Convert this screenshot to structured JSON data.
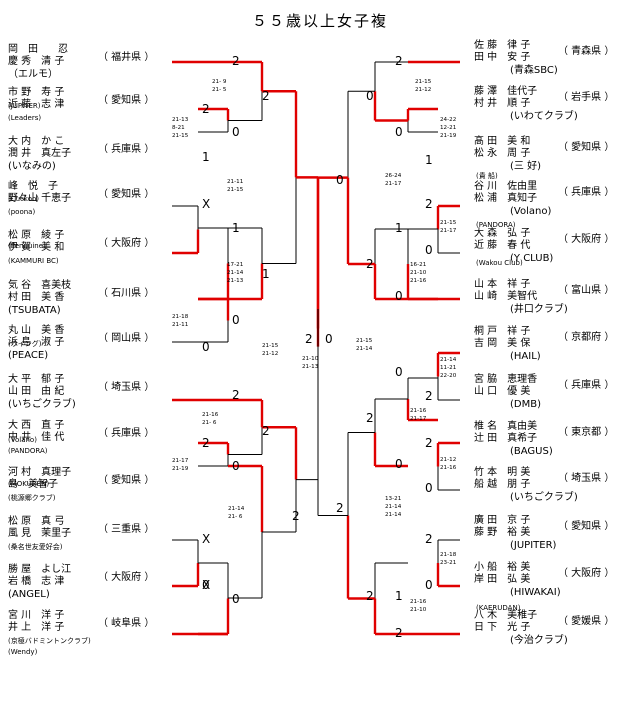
{
  "title": "５５歳以上女子複",
  "left_pairs": [
    {
      "p1": "岡　田　　忍",
      "p2": "慶 秀　清 子",
      "team": "（エルモ）",
      "team_small": false,
      "pref": "（ 福井県 ）"
    },
    {
      "p1": "市 野　寿 子",
      "p2": "近 藤　志 津",
      "team": "(Leaders)",
      "team_small": true,
      "pref": "（ 愛知県 ）"
    },
    {
      "p1": "大 内　か こ",
      "p2": "潤 井　真左子",
      "team": "(いなみの)",
      "team_small": false,
      "pref": "（ 兵庫県 ）"
    },
    {
      "p1": "峰　悦　子",
      "p2": "野々山 千恵子",
      "team": "(poona)",
      "team_small": true,
      "pref": "（ 愛知県 ）"
    },
    {
      "p1": "松 原　綾 子",
      "p2": "伊 賀　美 和",
      "team": "(KAMMURI BC)",
      "team_small": true,
      "pref": "（ 大阪府 ）"
    },
    {
      "p1": "気 谷　喜美枝",
      "p2": "村 田　美 香",
      "team": "(TSUBATA)",
      "team_small": false,
      "pref": "（ 石川県 ）"
    },
    {
      "p1": "丸 山　美 香",
      "p2": "浜 島　淑 子",
      "team": "(PEACE)",
      "team_small": false,
      "pref": "（ 岡山県 ）"
    },
    {
      "p1": "大 平　郁 子",
      "p2": "山 田　由 紀",
      "team": "(いちごクラブ)",
      "team_small": false,
      "pref": "（ 埼玉県 ）"
    },
    {
      "p1": "大 西　直 子",
      "p2": "中 井　佳 代",
      "team": "(PANDORA)",
      "team_small": true,
      "pref": "（ 兵庫県 ）"
    },
    {
      "p1": "河 村　真理子",
      "p2": "島　美智子",
      "team": "(桃源郷クラブ)",
      "team_small": true,
      "pref": "（ 愛知県 ）"
    },
    {
      "p1": "松 原　真 弓",
      "p2": "風 見　茉里子",
      "team": "(桑名世友愛好会)",
      "team_small": true,
      "pref": "（ 三重県 ）"
    },
    {
      "p1": "勝 屋　よし江",
      "p2": "岩 橋　志 津",
      "team": "(ANGEL)",
      "team_small": false,
      "pref": "（ 大阪府 ）"
    },
    {
      "p1": "宮 川　洋 子",
      "p2": "井 上　洋 子",
      "team": "(京極バドミントンクラブ)",
      "team_small": true,
      "pref": "（ 岐阜県 ）"
    }
  ],
  "left_extra_team_lines": [
    "(JUPITER)",
    "(Cuckoo)",
    "(Penguine)",
    "(ウイング)",
    "(Volano)",
    "(MOKUREN)",
    "(Wendy)"
  ],
  "right_pairs": [
    {
      "p1": "佐 藤　律 子",
      "p2": "田 中　安 子",
      "team": "(青森SBC)",
      "pref": "（ 青森県 ）"
    },
    {
      "p1": "藤 澤　佳代子",
      "p2": "村 井　順 子",
      "team": "(いわてクラブ)",
      "pref": "（ 岩手県 ）"
    },
    {
      "p1": "髙 田　美 和",
      "p2": "松 永　周 子",
      "team": "(三 好)",
      "pref": "（ 愛知県 ）"
    },
    {
      "p1": "谷 川　佐由里",
      "p2": "松 浦　真知子",
      "team": "(Volano)",
      "pref": "（ 兵庫県 ）"
    },
    {
      "p1": "大 森　弘 子",
      "p2": "近 藤　春 代",
      "team": "(Y CLUB)",
      "pref": "（ 大阪府 ）"
    },
    {
      "p1": "山 本　祥 子",
      "p2": "山 崎　美智代",
      "team": "(井口クラブ)",
      "pref": "（ 富山県 ）"
    },
    {
      "p1": "桐 戸　祥 子",
      "p2": "吉 岡　美 保",
      "team": "(HAIL)",
      "pref": "（ 京都府 ）"
    },
    {
      "p1": "宮 脇　恵理香",
      "p2": "山 口　優 美",
      "team": "(DMB)",
      "pref": "（ 兵庫県 ）"
    },
    {
      "p1": "椎 名　真由美",
      "p2": "辻 田　真希子",
      "team": "(BAGUS)",
      "pref": "（ 東京都 ）"
    },
    {
      "p1": "竹 本　明 美",
      "p2": "船 越　朋 子",
      "team": "(いちごクラブ)",
      "pref": "（ 埼玉県 ）"
    },
    {
      "p1": "廣 田　京 子",
      "p2": "藤 野　裕 美",
      "team": "(JUPITER)",
      "pref": "（ 愛知県 ）"
    },
    {
      "p1": "小 船　裕 美",
      "p2": "岸 田　弘 美",
      "team": "(HIWAKAI)",
      "pref": "（ 大阪府 ）"
    },
    {
      "p1": "八 木　美稚子",
      "p2": "日 下　光 子",
      "team": "(今治クラブ)",
      "pref": "（ 愛媛県 ）"
    }
  ],
  "right_extra_team_lines": [
    "(PANDORA)",
    "(Wakou Club)",
    "(貴 船)",
    "(KAERUDAN)"
  ],
  "results": {
    "l_r1_a": {
      "top": "2",
      "bot": "0"
    },
    "l_r1_b": {
      "top": "X",
      "bot": "1"
    },
    "l_r1_c": {
      "top": "2",
      "bot": "0"
    },
    "l_r1_d": {
      "top": "2",
      "bot": "0"
    },
    "l_r1_e": {
      "top": "X",
      "bot": "X"
    },
    "l_r2_a": {
      "top": "2",
      "bot": "1"
    },
    "l_r2_b": {
      "top": "1",
      "bot": "0"
    },
    "l_r2_c": {
      "top": "2",
      "bot": "0"
    },
    "l_r2_d": {
      "top": "X",
      "bot": "0"
    },
    "l_qf_1": {
      "top": "2",
      "bot": "0"
    },
    "l_qf_2": {
      "top": "2",
      "bot": "0"
    },
    "l_sf": {
      "top": "2",
      "bot": "0"
    },
    "final": {
      "left": "2",
      "right": "0"
    },
    "r_r1_a": {
      "top": "2",
      "bot": "0"
    },
    "r_r1_b": {
      "top": "2",
      "bot": "0"
    },
    "r_r1_c": {
      "top": "0",
      "bot": "2"
    },
    "r_r1_d": {
      "top": "2",
      "bot": "0"
    },
    "r_r1_e": {
      "top": "2",
      "bot": "0"
    },
    "r_r2_a": {
      "top": "0",
      "bot": "1"
    },
    "r_r2_b": {
      "top": "1",
      "bot": "0"
    },
    "r_r2_c": {
      "top": "2",
      "bot": "0"
    },
    "r_r2_d": {
      "top": "2",
      "bot": "0"
    },
    "r_r2_e": {
      "top": "0",
      "bot": "2"
    },
    "r_qf_1": {
      "top": "0",
      "bot": "2"
    },
    "r_qf_2": {
      "top": "2",
      "bot": "1"
    },
    "r_sf": {
      "top": "2",
      "bot": "0"
    }
  },
  "scores": [
    {
      "key": "l_r1_a",
      "lines": [
        "21- 9",
        "21- 5"
      ]
    },
    {
      "key": "l_r1_b",
      "lines": [
        "21-13",
        "8-21",
        "21-15"
      ]
    },
    {
      "key": "l_r2_a",
      "lines": [
        "21-11",
        "21-15"
      ]
    },
    {
      "key": "l_r2_b",
      "lines": [
        "17-21",
        "21-14",
        "21-13"
      ]
    },
    {
      "key": "l_r2_c",
      "lines": [
        "21-18",
        "21-11"
      ]
    },
    {
      "key": "l_r2_d",
      "lines": [
        "21-16",
        "21- 6"
      ]
    },
    {
      "key": "l_r1_c",
      "lines": [
        "21-17",
        "21-19"
      ]
    },
    {
      "key": "l_qf_2",
      "lines": [
        "21-14",
        "21- 6"
      ]
    },
    {
      "key": "l_sf",
      "lines": [
        "21-15",
        "21-12"
      ]
    },
    {
      "key": "final",
      "lines": [
        "21-10",
        "21-13"
      ]
    },
    {
      "key": "r_sf",
      "lines": [
        "21-15",
        "21-14"
      ]
    },
    {
      "key": "r_r1_a",
      "lines": [
        "21-15",
        "21-12"
      ]
    },
    {
      "key": "r_r1_b",
      "lines": [
        "24-22",
        "12-21",
        "21-19"
      ]
    },
    {
      "key": "r_qf_1",
      "lines": [
        "26-24",
        "21-17"
      ]
    },
    {
      "key": "r_r1_c",
      "lines": [
        "21-15",
        "21-17"
      ]
    },
    {
      "key": "r_r2_c",
      "lines": [
        "16-21",
        "21-10",
        "21-16"
      ]
    },
    {
      "key": "r_r1_d",
      "lines": [
        "21-14",
        "11-21",
        "22-20"
      ]
    },
    {
      "key": "r_r2_d",
      "lines": [
        "21-16",
        "21-17"
      ]
    },
    {
      "key": "r_r1_e",
      "lines": [
        "21-12",
        "21-16"
      ]
    },
    {
      "key": "r_qf_2",
      "lines": [
        "13-21",
        "21-14",
        "21-14"
      ]
    },
    {
      "key": "r_r2_e",
      "lines": [
        "21-18",
        "23-21"
      ]
    },
    {
      "key": "r_r2_f",
      "lines": [
        "21-16",
        "21-10"
      ]
    }
  ],
  "colors": {
    "winner_line": "#e00000",
    "loser_line": "#000000"
  }
}
